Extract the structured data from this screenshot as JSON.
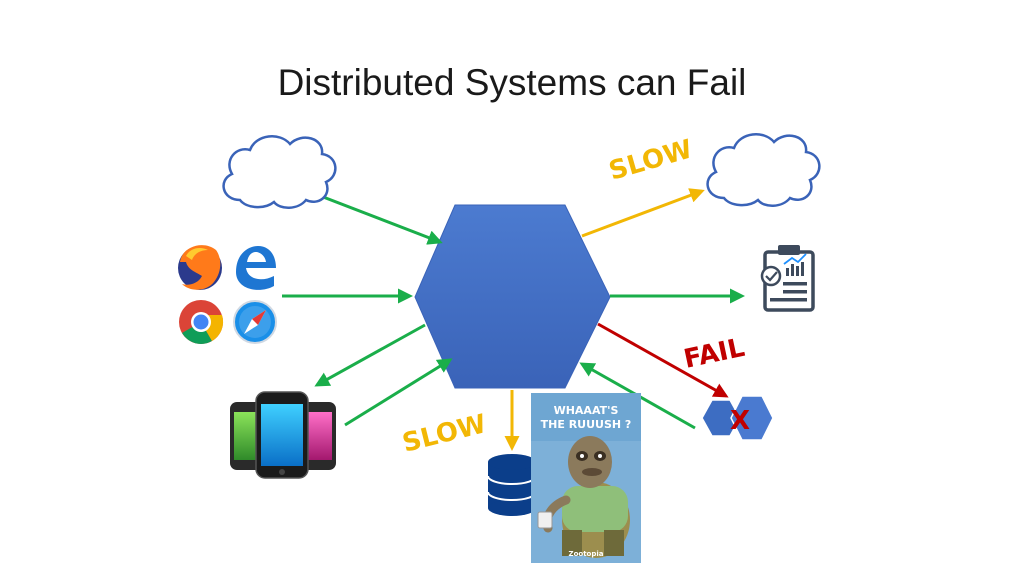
{
  "slide": {
    "title": "Distributed Systems can Fail"
  },
  "labels": {
    "slow_top": "SLOW",
    "fail": "FAIL",
    "slow_bottom": "SLOW",
    "fail_mark": "X"
  },
  "poster": {
    "line1": "WHAAAT'S",
    "line2": "THE RUUUSH ?",
    "footer": "Zootopia"
  },
  "colors": {
    "hexagon": "#4472C4",
    "green_arrow": "#1AAE4A",
    "slow_arrow": "#F2B705",
    "fail_arrow": "#C00000",
    "label_gold": "#F2B705",
    "label_red": "#C00000"
  },
  "icons": [
    "cloud-icon",
    "browser-icons",
    "smartphones-icon",
    "database-icon",
    "clipboard-report-icon",
    "failed-service-icon",
    "sloth-poster"
  ]
}
